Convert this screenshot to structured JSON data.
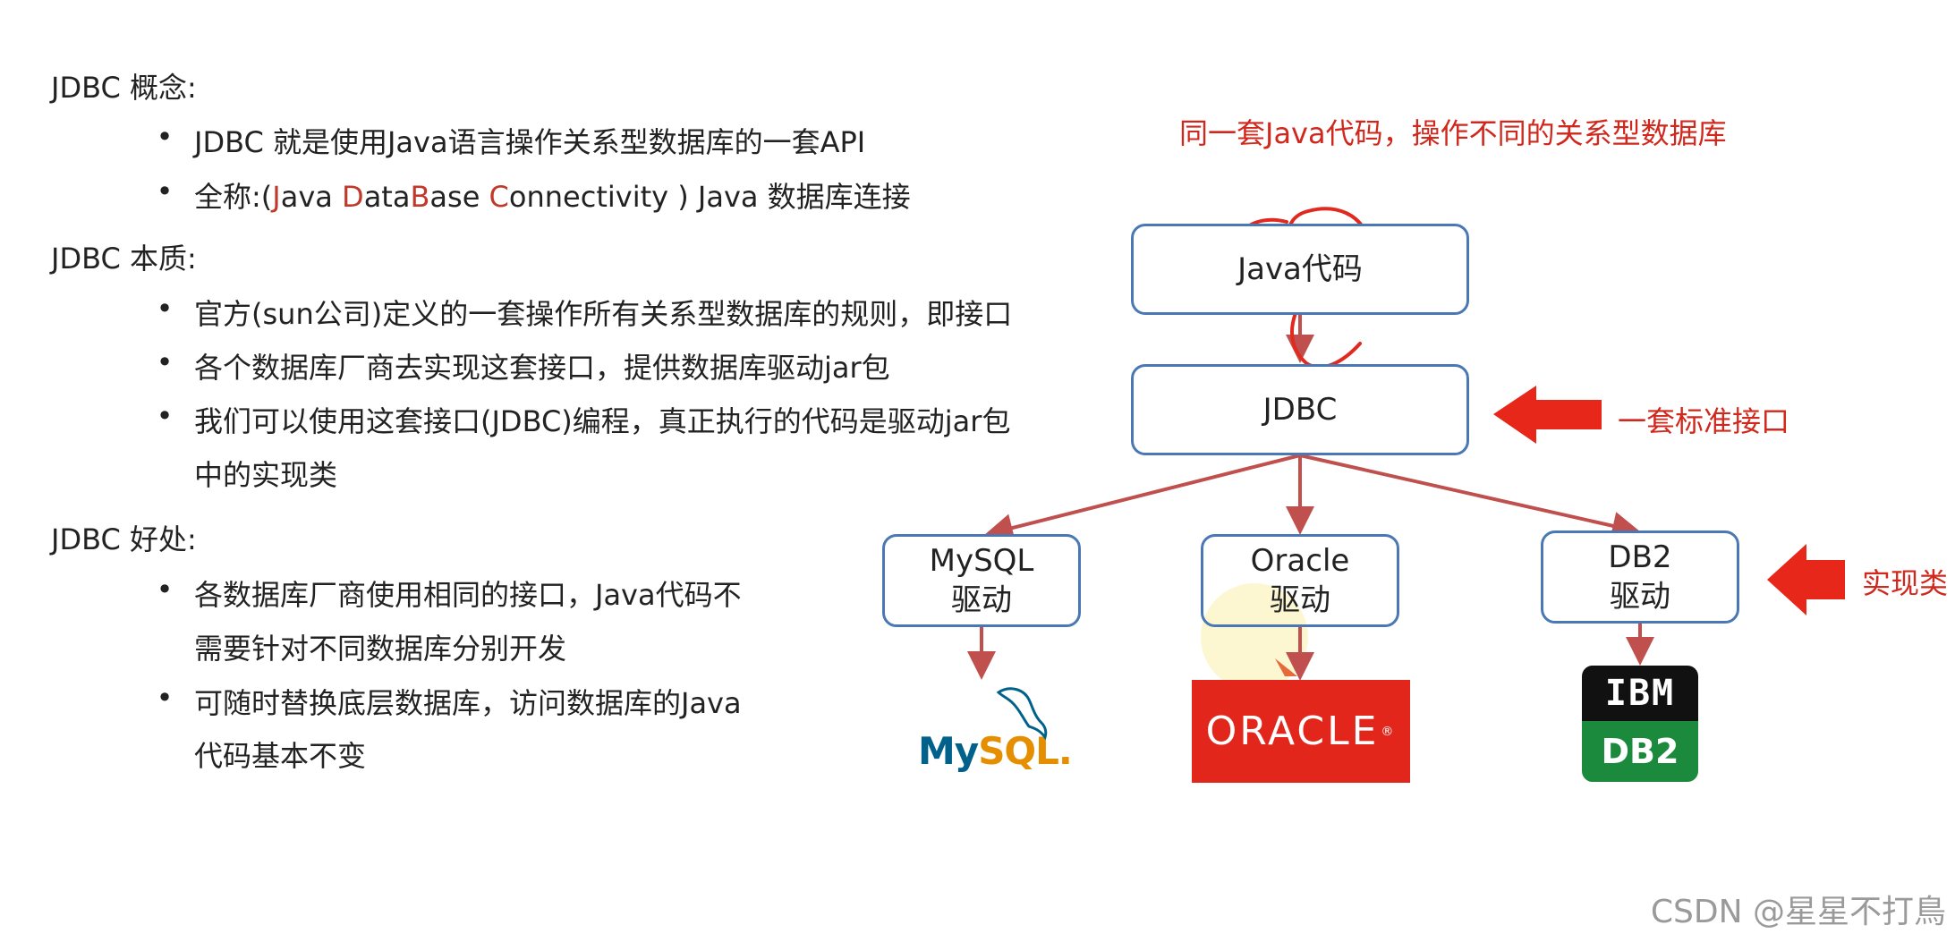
{
  "left": {
    "concept_heading": "JDBC 概念:",
    "concept_items": [
      "JDBC 就是使用Java语言操作关系型数据库的一套API",
      "Java DataBase Connectivity ) Java 数据库连接"
    ],
    "concept_item2_prefix": "全称:(",
    "fullname_parts": [
      "J",
      "ava ",
      "D",
      "ata",
      "B",
      "ase ",
      "C",
      "onnectivity ) Java 数据库连接"
    ],
    "essence_heading": "JDBC 本质:",
    "essence_items": [
      "官方(sun公司)定义的一套操作所有关系型数据库的规则，即接口",
      "各个数据库厂商去实现这套接口，提供数据库驱动jar包",
      "我们可以使用这套接口(JDBC)编程，真正执行的代码是驱动jar包",
      "中的实现类"
    ],
    "benefit_heading": "JDBC 好处:",
    "benefit_items": [
      "各数据库厂商使用相同的接口，Java代码不",
      "需要针对不同数据库分别开发",
      "可随时替换底层数据库，访问数据库的Java",
      "代码基本不变"
    ],
    "bullet": "•"
  },
  "diagram": {
    "caption": "同一套Java代码，操作不同的关系型数据库",
    "java_box": "Java代码",
    "jdbc_box": "JDBC",
    "jdbc_annotation": "一套标准接口",
    "impl_annotation": "实现类",
    "drivers": [
      {
        "name": "MySQL",
        "label": "驱动"
      },
      {
        "name": "Oracle",
        "label": "驱动"
      },
      {
        "name": "DB2",
        "label": "驱动"
      }
    ],
    "logos": {
      "mysql_a": "My",
      "mysql_b": "SQL",
      "mysql_dot": ".",
      "oracle": "ORACLE",
      "oracle_reg": "®",
      "ibm": "IBM",
      "db2": "DB2"
    }
  },
  "colors": {
    "box_border": "#4a78b5",
    "arrow": "#c0504d",
    "annotation": "#d0281d",
    "big_arrow": "#e8271b"
  },
  "watermark": "CSDN @星星不打鳥"
}
